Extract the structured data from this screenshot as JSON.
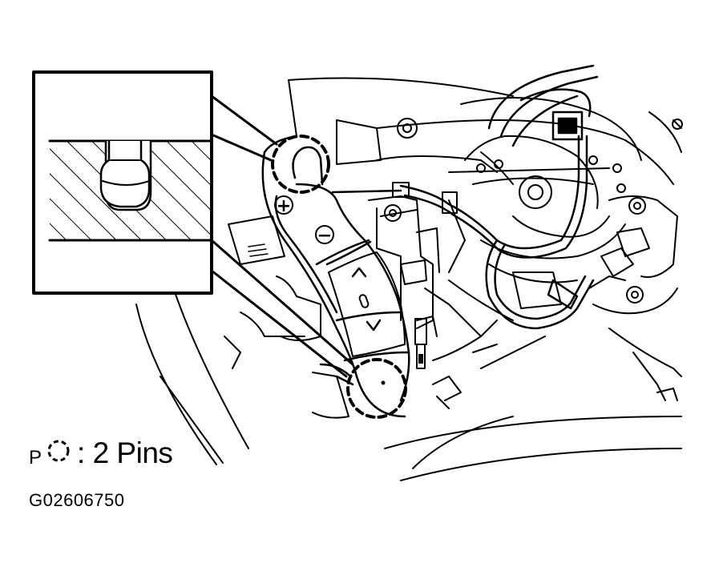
{
  "buttons": {
    "plus": "+",
    "minus": "−"
  },
  "legend": {
    "prefix": "P",
    "symbol_icon": "dashed-circle-icon",
    "text": "2 Pins"
  },
  "figure_code": "G02606750"
}
